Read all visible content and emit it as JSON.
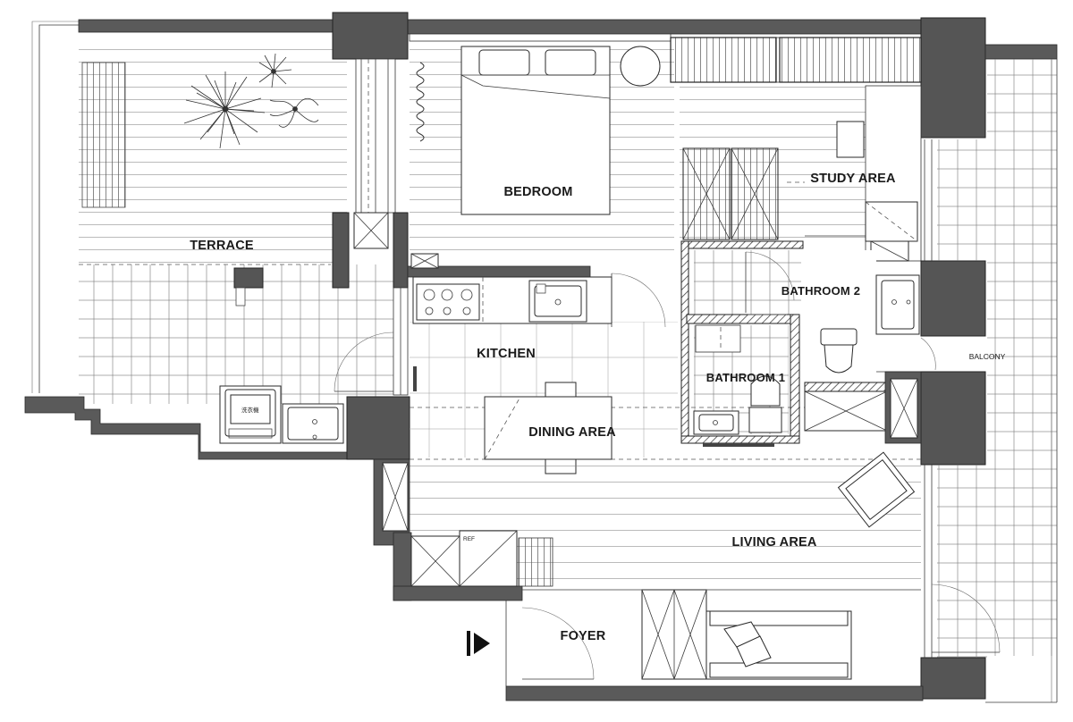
{
  "rooms": {
    "terrace": "TERRACE",
    "bedroom": "BEDROOM",
    "study": "STUDY AREA",
    "kitchen": "KITCHEN",
    "bath2": "BATHROOM 2",
    "bath1": "BATHROOM 1",
    "dining": "DINING AREA",
    "balcony": "BALCONY",
    "living": "LIVING AREA",
    "foyer": "FOYER"
  },
  "fixtures": {
    "fridge": "REF",
    "washer_text": "洗衣機"
  },
  "icons": {
    "entrance": "play-triangle-icon"
  },
  "colors": {
    "structure": "#555555",
    "line": "#333333",
    "background": "#ffffff"
  }
}
